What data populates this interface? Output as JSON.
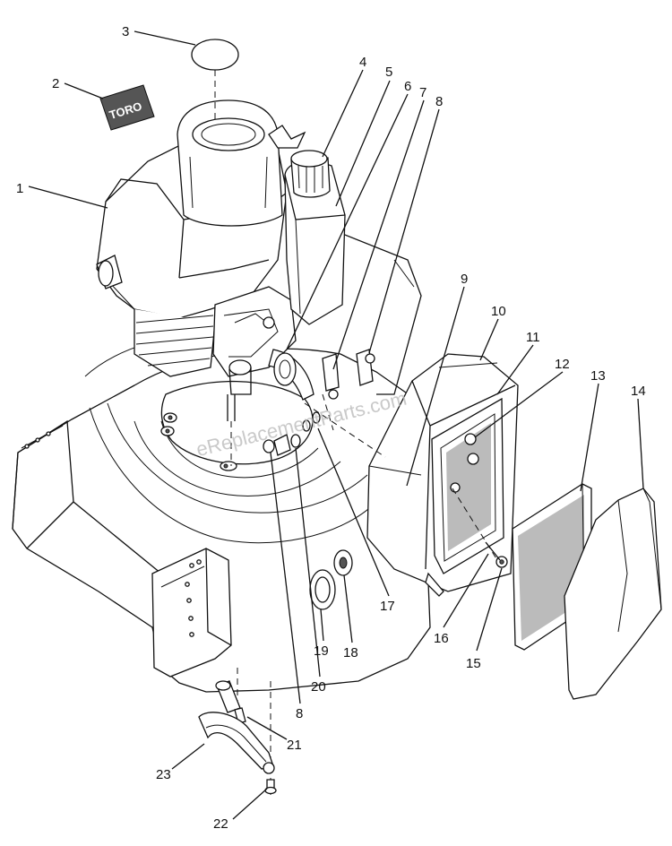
{
  "watermark": "eReplacementParts.com",
  "logo_text": "TORO",
  "callouts": [
    {
      "id": "c1",
      "text": "1"
    },
    {
      "id": "c2",
      "text": "2"
    },
    {
      "id": "c3",
      "text": "3"
    },
    {
      "id": "c4",
      "text": "4"
    },
    {
      "id": "c5",
      "text": "5"
    },
    {
      "id": "c6",
      "text": "6"
    },
    {
      "id": "c7",
      "text": "7"
    },
    {
      "id": "c8a",
      "text": "8"
    },
    {
      "id": "c9",
      "text": "9"
    },
    {
      "id": "c10",
      "text": "10"
    },
    {
      "id": "c11",
      "text": "11"
    },
    {
      "id": "c12",
      "text": "12"
    },
    {
      "id": "c13",
      "text": "13"
    },
    {
      "id": "c14",
      "text": "14"
    },
    {
      "id": "c15",
      "text": "15"
    },
    {
      "id": "c16",
      "text": "16"
    },
    {
      "id": "c17",
      "text": "17"
    },
    {
      "id": "c18",
      "text": "18"
    },
    {
      "id": "c19",
      "text": "19"
    },
    {
      "id": "c20",
      "text": "20"
    },
    {
      "id": "c8b",
      "text": "8"
    },
    {
      "id": "c21",
      "text": "21"
    },
    {
      "id": "c22",
      "text": "22"
    },
    {
      "id": "c23",
      "text": "23"
    }
  ]
}
